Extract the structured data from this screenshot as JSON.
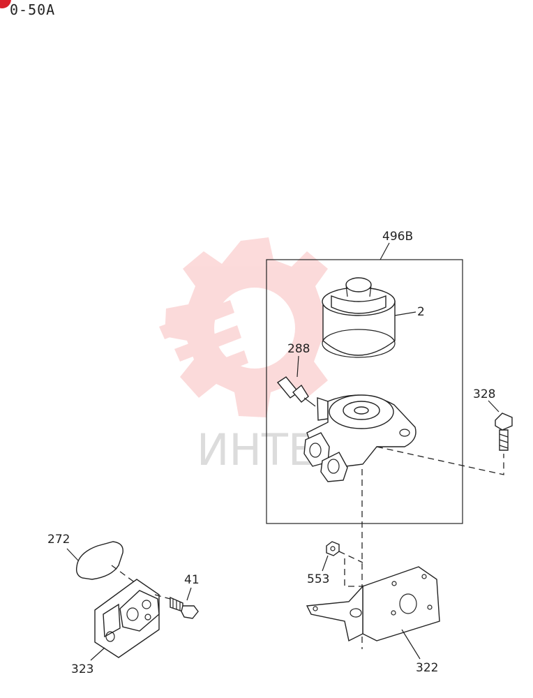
{
  "header": {
    "code": "0-50A"
  },
  "watermark": {
    "text": "ИНТЕ",
    "color": "#f05a5a"
  },
  "callouts": {
    "assembly": "496B",
    "filter": "2",
    "sensor": "288",
    "bolt_right": "328",
    "gasket": "272",
    "bolt_left": "41",
    "nut": "553",
    "adapter": "323",
    "bracket": "322"
  }
}
